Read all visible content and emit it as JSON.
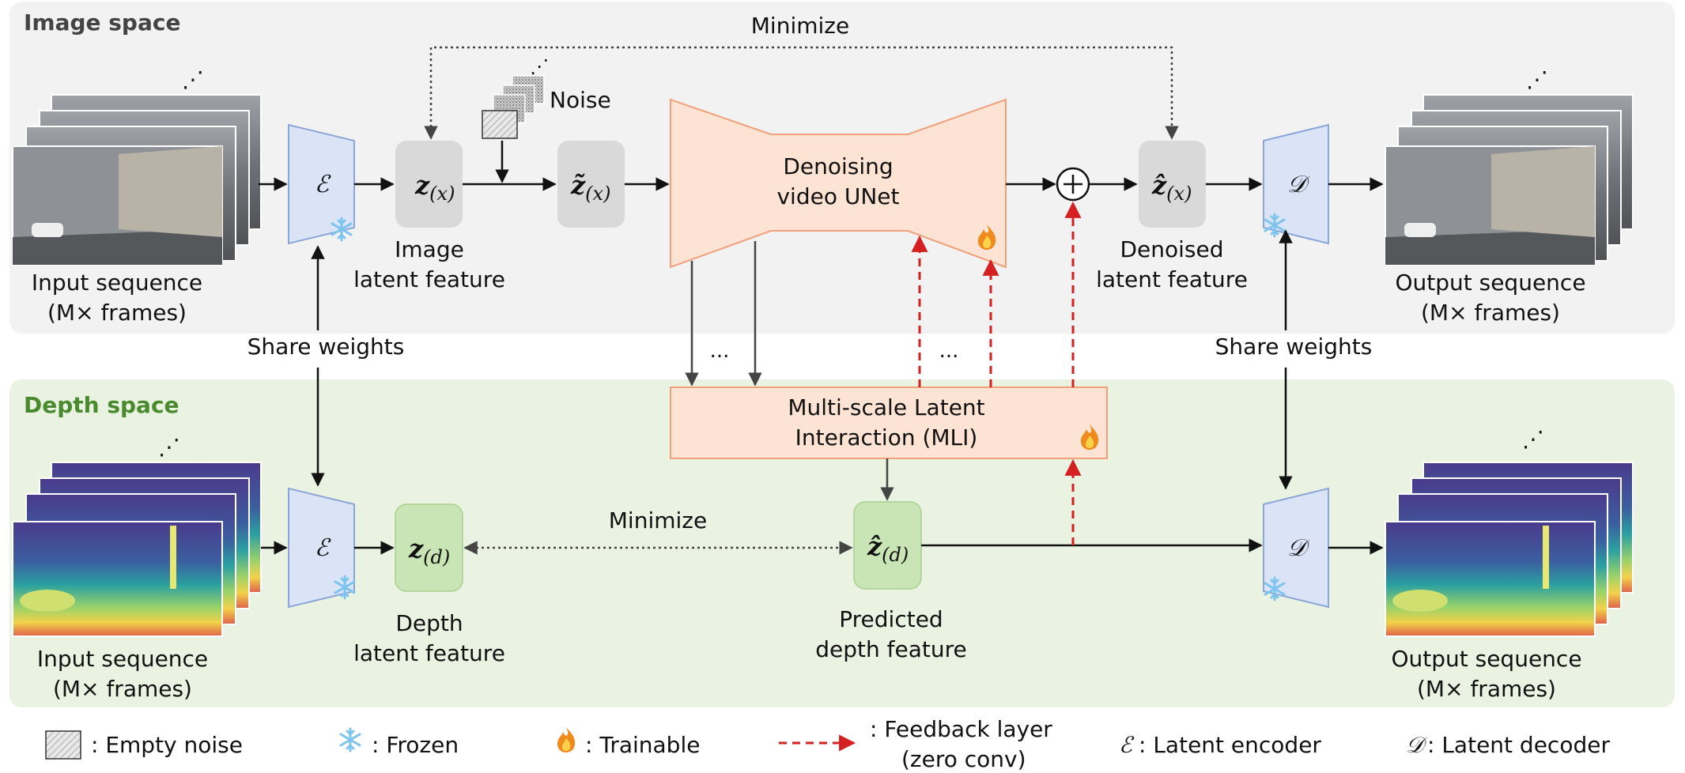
{
  "sections": {
    "image_space": "Image space",
    "depth_space": "Depth space"
  },
  "labels": {
    "minimize_top": "Minimize",
    "minimize_bottom": "Minimize",
    "noise": "Noise",
    "share_weights_left": "Share weights",
    "share_weights_right": "Share weights",
    "input_seq_img_1": "Input sequence",
    "input_seq_img_2": "(M× frames)",
    "output_seq_img_1": "Output sequence",
    "output_seq_img_2": "(M× frames)",
    "input_seq_depth_1": "Input sequence",
    "input_seq_depth_2": "(M× frames)",
    "output_seq_depth_1": "Output sequence",
    "output_seq_depth_2": "(M× frames)",
    "image_latent_1": "Image",
    "image_latent_2": "latent feature",
    "denoised_latent_1": "Denoised",
    "denoised_latent_2": "latent feature",
    "depth_latent_1": "Depth",
    "depth_latent_2": "latent feature",
    "pred_depth_1": "Predicted",
    "pred_depth_2": "depth feature",
    "unet_1": "Denoising",
    "unet_2": "video UNet",
    "mli_1": "Multi-scale Latent",
    "mli_2": "Interaction (MLI)",
    "ellipsis_1": "...",
    "ellipsis_2": "..."
  },
  "symbols": {
    "encoder": "ℰ",
    "decoder": "𝒟",
    "z_x": "z",
    "z_x_sub": "(x)",
    "z_tilde": "z̃",
    "z_tilde_sub": "(x)",
    "z_hat_x": "ẑ",
    "z_hat_x_sub": "(x)",
    "z_d": "z",
    "z_d_sub": "(d)",
    "z_hat_d": "ẑ",
    "z_hat_d_sub": "(d)",
    "plus": "+"
  },
  "legend": {
    "empty_noise": ": Empty noise",
    "frozen": ": Frozen",
    "trainable": ": Trainable",
    "feedback_1": ": Feedback layer",
    "feedback_2": "(zero conv)",
    "latent_encoder": ": Latent encoder",
    "latent_decoder": ": Latent decoder"
  },
  "colors": {
    "image_bg": "#f2f2f2",
    "depth_bg": "#eaf3e2",
    "depth_title": "#4a8a2e",
    "image_title": "#444444",
    "enc_fill": "#dbe4f7",
    "enc_stroke": "#8aa6d8",
    "latent_gray": "#d9d9d9",
    "latent_green": "#c9e5b6",
    "unet_fill": "#fde3d3",
    "unet_stroke": "#f0a07a",
    "feedback_red": "#d42020"
  },
  "icons": [
    "snowflake-icon",
    "fire-icon",
    "empty-noise-icon"
  ]
}
